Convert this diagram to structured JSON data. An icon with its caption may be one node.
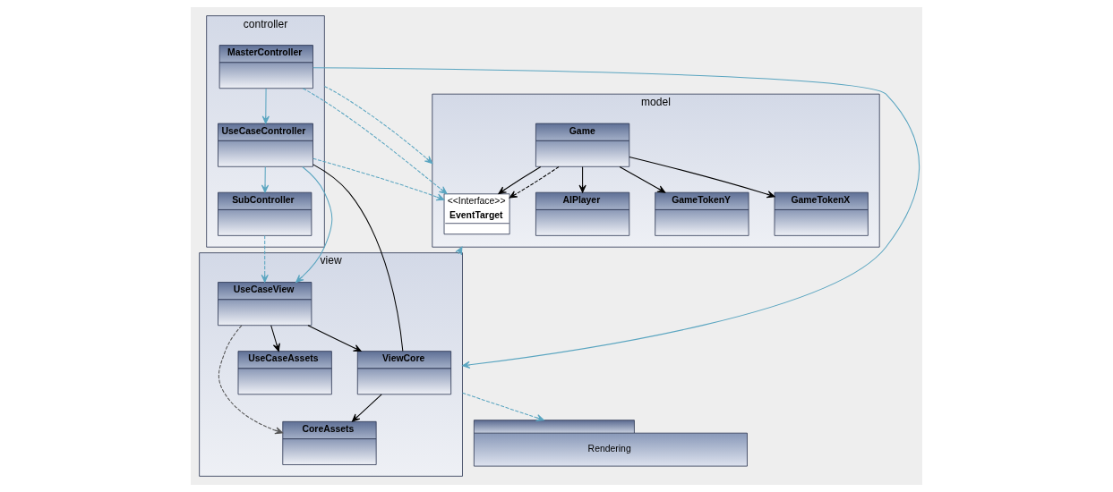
{
  "diagram": {
    "nodes": [
      {
        "text": [
          "model"
        ]
      },
      {
        "text": [
          "<<Interface>>",
          "EventTarget"
        ],
        "in": 0
      },
      {
        "text": [
          "Game"
        ],
        "in": 0
      },
      {
        "text": [
          "AIPlayer"
        ],
        "in": 0
      },
      {
        "text": [
          "GameTokenY"
        ],
        "in": 0
      },
      {
        "text": [
          "GameTokenX"
        ],
        "in": 0
      },
      {
        "text": [
          "controller"
        ]
      },
      {
        "text": [
          "MasterController"
        ],
        "in": 6
      },
      {
        "text": [
          "UseCaseController"
        ],
        "in": 6
      },
      {
        "text": [
          "SubController"
        ],
        "in": 6
      },
      {
        "text": [
          "Rendering"
        ]
      },
      {
        "text": [
          "view"
        ]
      },
      {
        "text": [
          "ViewCore"
        ],
        "in": 11
      },
      {
        "text": [
          "CoreAssets"
        ],
        "in": 11
      },
      {
        "text": [
          "UseCaseView"
        ],
        "in": 11
      },
      {
        "text": [
          "UseCaseAssets"
        ],
        "in": 11
      }
    ],
    "edges": [
      {
        "from": 2,
        "to": 1,
        "arrow": "to",
        "color": "#000000"
      },
      {
        "from": 2,
        "to": 1,
        "arrow": "to",
        "style": "dashed",
        "color": "#000000"
      },
      {
        "from": 2,
        "to": 3,
        "arrow": "to",
        "color": "#000000"
      },
      {
        "from": 2,
        "to": 4,
        "arrow": "to",
        "color": "#000000"
      },
      {
        "from": 2,
        "to": 5,
        "arrow": "to",
        "color": "#000000"
      },
      {
        "from": 7,
        "to": 1,
        "arrow": "to",
        "style": "dashed",
        "color": "#5aa5c0"
      },
      {
        "from": 8,
        "to": 1,
        "arrow": "to",
        "style": "dashed",
        "color": "#5aa5c0"
      },
      {
        "from": 7,
        "to": 8,
        "arrow": "to",
        "color": "#5aa5c0"
      },
      {
        "from": 8,
        "to": 9,
        "arrow": "to",
        "color": "#5aa5c0"
      },
      {
        "from": 7,
        "to": 11,
        "arrow": "to",
        "color": "#5aa5c0"
      },
      {
        "from": 8,
        "to": 12,
        "arrow": "none",
        "color": "#000000"
      },
      {
        "from": 8,
        "to": 14,
        "arrow": "to",
        "color": "#5aa5c0"
      },
      {
        "from": 9,
        "to": 14,
        "arrow": "to",
        "style": "dashed",
        "color": "#5aa5c0"
      },
      {
        "from": 6,
        "to": 0,
        "arrow": "to",
        "style": "dashed",
        "color": "#5aa5c0"
      },
      {
        "from": 11,
        "to": 10,
        "arrow": "to",
        "style": "dashed",
        "color": "#5aa5c0"
      },
      {
        "from": 11,
        "to": 0,
        "arrow": "to",
        "style": "dashed",
        "color": "#5aa5c0"
      },
      {
        "from": 12,
        "to": 13,
        "arrow": "to",
        "color": "#000000"
      },
      {
        "from": 14,
        "to": 12,
        "arrow": "to",
        "color": "#000000"
      },
      {
        "from": 14,
        "to": 13,
        "arrow": "to",
        "style": "dashed",
        "color": "#555555"
      },
      {
        "from": 14,
        "to": 15,
        "arrow": "to",
        "color": "#000000"
      }
    ]
  }
}
